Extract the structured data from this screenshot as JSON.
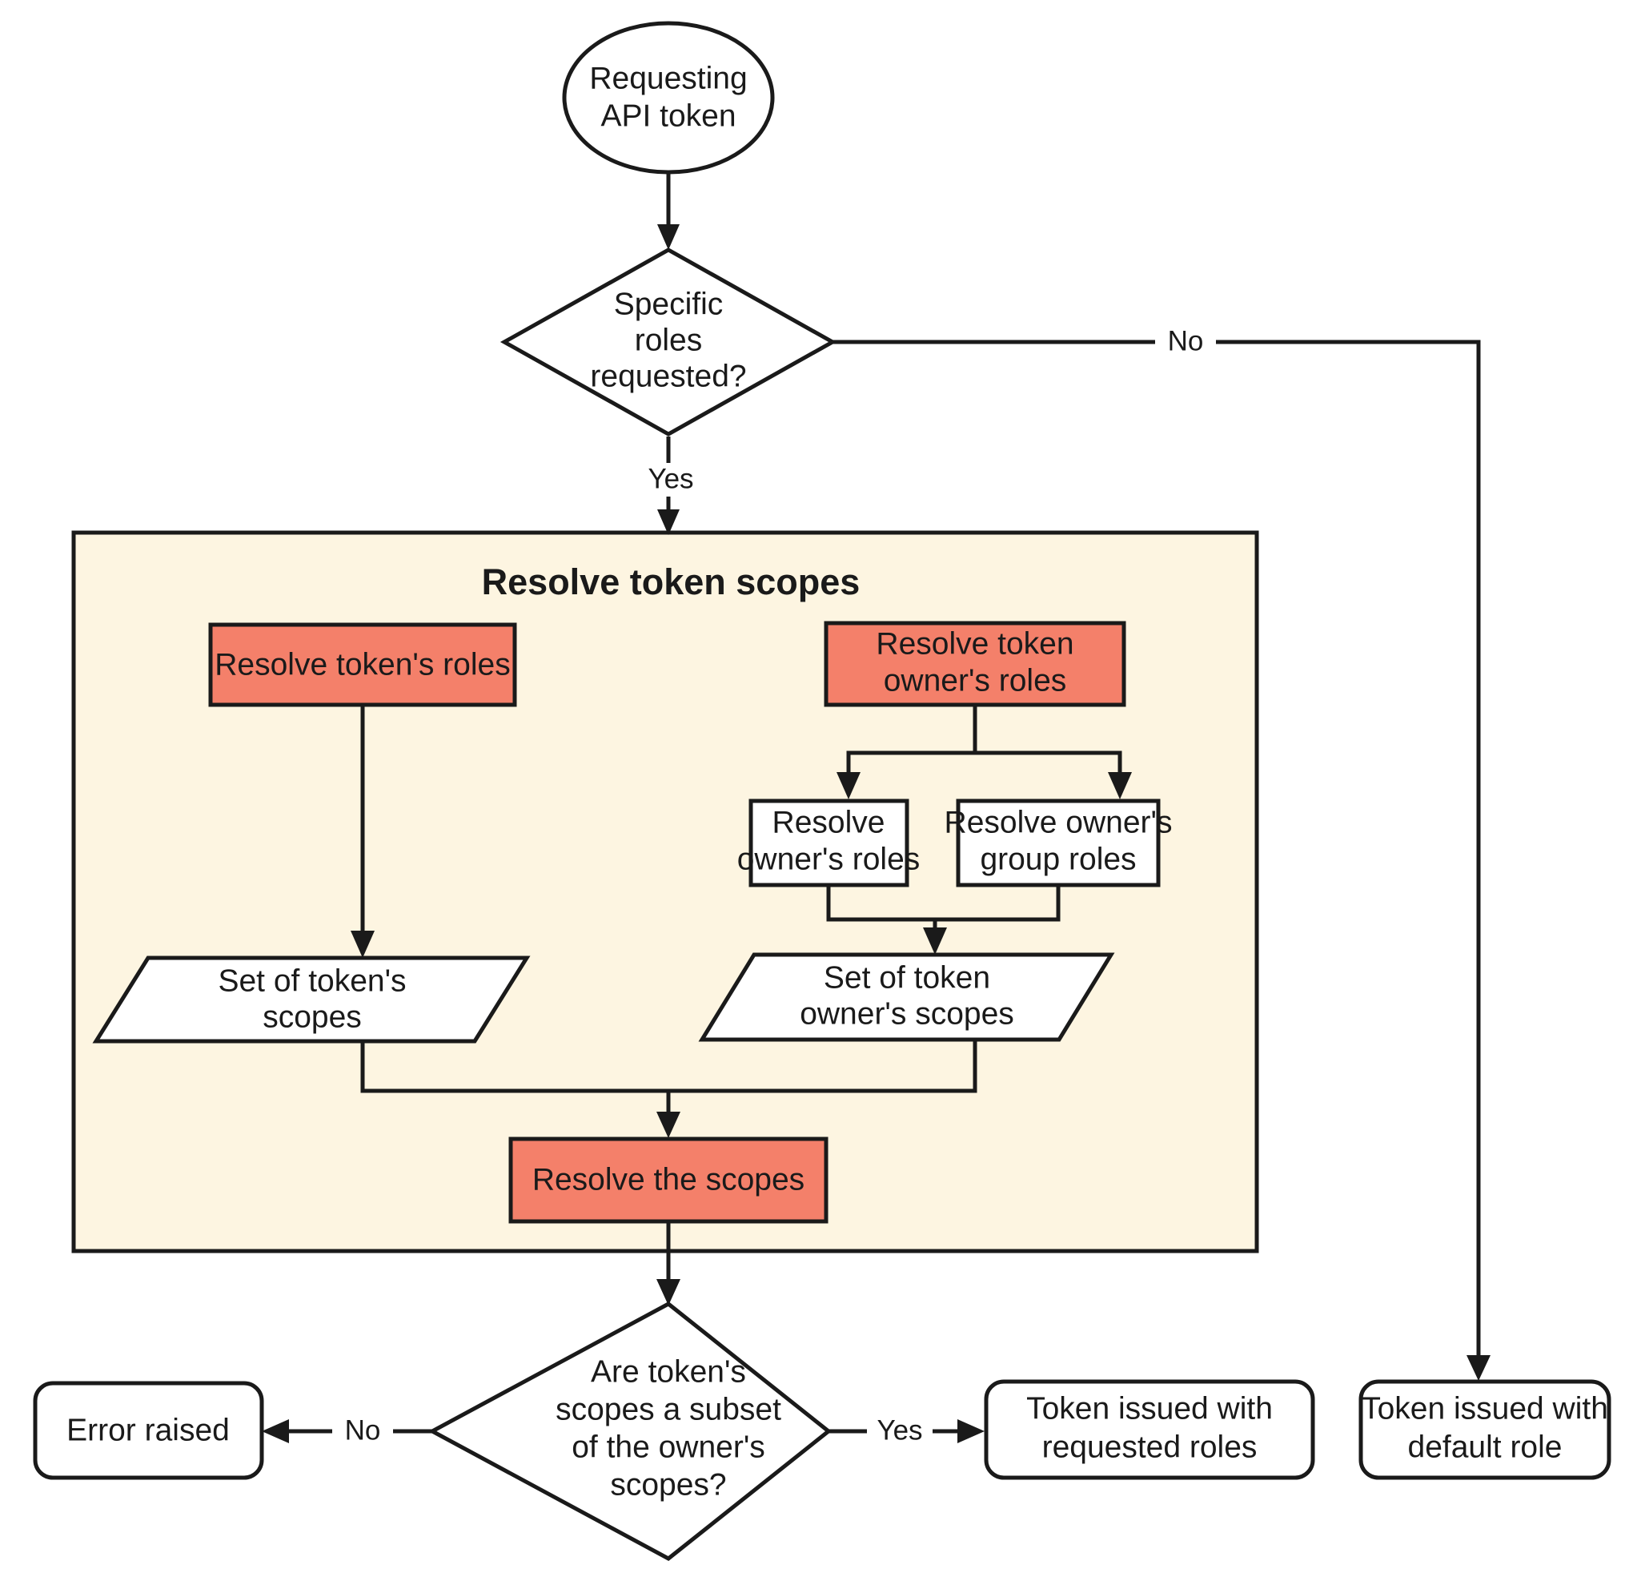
{
  "diagram": {
    "type": "flowchart",
    "title": "API token scope resolution flow",
    "background": "#ffffff",
    "colors": {
      "node_fill_white": "#ffffff",
      "node_fill_orange": "#f4806a",
      "cluster_fill": "#fdf5e1",
      "stroke": "#1a1a1a",
      "text": "#1a1a1a"
    },
    "cluster": {
      "id": "resolve-token-scopes",
      "title": "Resolve token scopes"
    },
    "nodes": [
      {
        "id": "start",
        "shape": "ellipse",
        "fill": "#ffffff",
        "lines": [
          "Requesting",
          "API token"
        ]
      },
      {
        "id": "specific-roles-decision",
        "shape": "diamond",
        "fill": "#ffffff",
        "lines": [
          "Specific",
          "roles",
          "requested?"
        ]
      },
      {
        "id": "resolve-tokens-roles",
        "shape": "rect",
        "fill": "#f4806a",
        "lines": [
          "Resolve token's roles"
        ]
      },
      {
        "id": "resolve-token-owners-roles",
        "shape": "rect",
        "fill": "#f4806a",
        "lines": [
          "Resolve token",
          "owner's roles"
        ]
      },
      {
        "id": "resolve-owners-roles",
        "shape": "rect",
        "fill": "#ffffff",
        "lines": [
          "Resolve",
          "owner's roles"
        ]
      },
      {
        "id": "resolve-owners-group-roles",
        "shape": "rect",
        "fill": "#ffffff",
        "lines": [
          "Resolve owner's",
          "group roles"
        ]
      },
      {
        "id": "set-of-tokens-scopes",
        "shape": "parallelogram",
        "fill": "#ffffff",
        "lines": [
          "Set of token's",
          "scopes"
        ]
      },
      {
        "id": "set-of-token-owners-scopes",
        "shape": "parallelogram",
        "fill": "#ffffff",
        "lines": [
          "Set of token",
          "owner's scopes"
        ]
      },
      {
        "id": "resolve-the-scopes",
        "shape": "rect",
        "fill": "#f4806a",
        "lines": [
          "Resolve the scopes"
        ]
      },
      {
        "id": "subset-decision",
        "shape": "diamond",
        "fill": "#ffffff",
        "lines": [
          "Are token's",
          "scopes a subset",
          "of the owner's",
          "scopes?"
        ]
      },
      {
        "id": "error-raised",
        "shape": "rounded-rect",
        "fill": "#ffffff",
        "lines": [
          "Error raised"
        ]
      },
      {
        "id": "token-issued-requested",
        "shape": "rounded-rect",
        "fill": "#ffffff",
        "lines": [
          "Token issued with",
          "requested roles"
        ]
      },
      {
        "id": "token-issued-default",
        "shape": "rounded-rect",
        "fill": "#ffffff",
        "lines": [
          "Token issued with",
          "default role"
        ]
      }
    ],
    "edges": [
      {
        "from": "start",
        "to": "specific-roles-decision",
        "label": ""
      },
      {
        "from": "specific-roles-decision",
        "to": "resolve-token-scopes-cluster",
        "label": "Yes"
      },
      {
        "from": "specific-roles-decision",
        "to": "token-issued-default",
        "label": "No"
      },
      {
        "from": "resolve-tokens-roles",
        "to": "set-of-tokens-scopes",
        "label": ""
      },
      {
        "from": "resolve-token-owners-roles",
        "to": "resolve-owners-roles",
        "label": ""
      },
      {
        "from": "resolve-token-owners-roles",
        "to": "resolve-owners-group-roles",
        "label": ""
      },
      {
        "from": "resolve-owners-roles",
        "to": "set-of-token-owners-scopes",
        "label": ""
      },
      {
        "from": "resolve-owners-group-roles",
        "to": "set-of-token-owners-scopes",
        "label": ""
      },
      {
        "from": "set-of-tokens-scopes",
        "to": "resolve-the-scopes",
        "label": ""
      },
      {
        "from": "set-of-token-owners-scopes",
        "to": "resolve-the-scopes",
        "label": ""
      },
      {
        "from": "resolve-the-scopes",
        "to": "subset-decision",
        "label": ""
      },
      {
        "from": "subset-decision",
        "to": "error-raised",
        "label": "No"
      },
      {
        "from": "subset-decision",
        "to": "token-issued-requested",
        "label": "Yes"
      }
    ],
    "labels": {
      "start_l1": "Requesting",
      "start_l2": "API token",
      "dec1_l1": "Specific",
      "dec1_l2": "roles",
      "dec1_l3": "requested?",
      "cluster_title": "Resolve token scopes",
      "tokens_roles": "Resolve token's roles",
      "owner_roles_l1": "Resolve token",
      "owner_roles_l2": "owner's roles",
      "res_owner_l1": "Resolve",
      "res_owner_l2": "owner's roles",
      "res_group_l1": "Resolve owner's",
      "res_group_l2": "group roles",
      "set_tokens_l1": "Set of token's",
      "set_tokens_l2": "scopes",
      "set_owner_l1": "Set of token",
      "set_owner_l2": "owner's scopes",
      "resolve_scopes": "Resolve the scopes",
      "dec2_l1": "Are token's",
      "dec2_l2": "scopes a subset",
      "dec2_l3": "of the owner's",
      "dec2_l4": "scopes?",
      "error_raised": "Error raised",
      "issued_req_l1": "Token issued with",
      "issued_req_l2": "requested roles",
      "issued_def_l1": "Token issued with",
      "issued_def_l2": "default role",
      "edge_yes_1": "Yes",
      "edge_no_1": "No",
      "edge_no_2": "No",
      "edge_yes_2": "Yes"
    }
  }
}
